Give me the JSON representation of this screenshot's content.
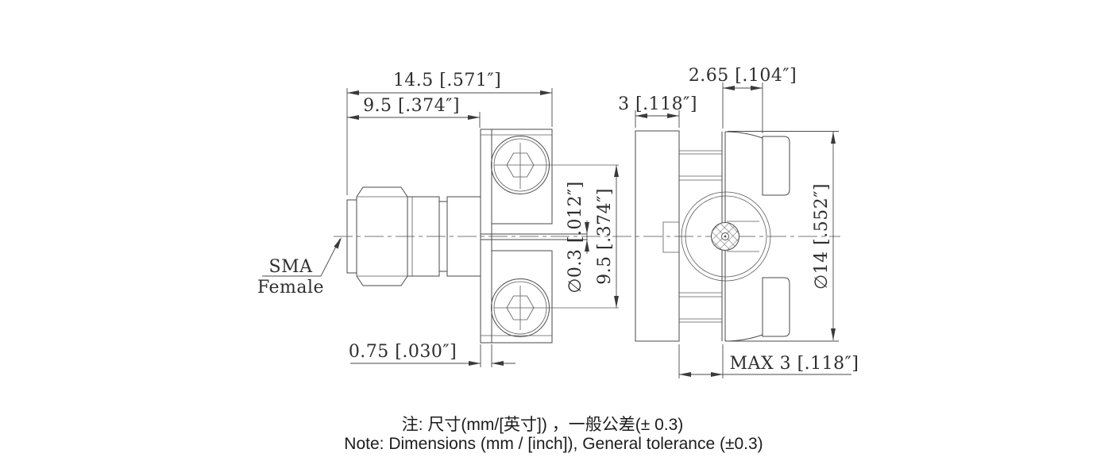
{
  "connector_label": {
    "line1": "SMA",
    "line2": "Female"
  },
  "dimensions": {
    "overall_length": "14.5 [.571″]",
    "body_length": "9.5 [.374″]",
    "flange_thickness": "0.75 [.030″]",
    "pin_diameter": "∅0.3 [.012″]",
    "hole_spacing": "9.5 [.374″]",
    "flange_width": "3 [.118″]",
    "plate_to_nut": "2.65 [.104″]",
    "nut_diameter": "∅14 [.552″]",
    "max_panel_thickness": "MAX 3 [.118″]"
  },
  "notes": {
    "chinese": "注: 尺寸(mm/[英寸]) ，一般公差(± 0.3)",
    "english": "Note: Dimensions (mm / [inch]), General tolerance (±0.3)"
  },
  "colors": {
    "line": "#4a4a4a",
    "text": "#2e2e2e",
    "background": "#ffffff"
  }
}
